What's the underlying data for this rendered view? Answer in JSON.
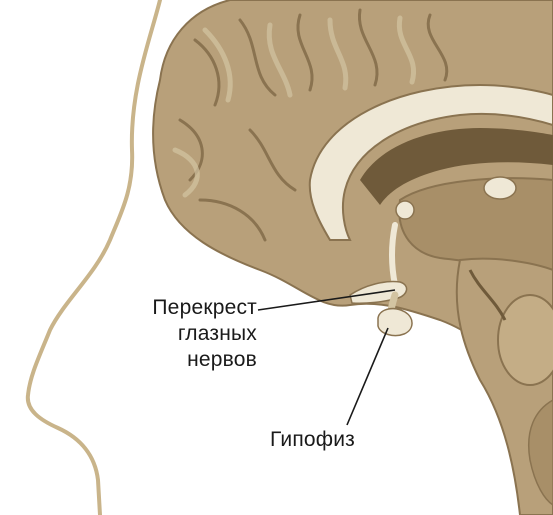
{
  "labels": {
    "optic_chiasm": [
      "Перекрест",
      "глазных",
      "нервов"
    ],
    "pituitary": "Гипофиз"
  },
  "colors": {
    "background": "#ffffff",
    "head_outline": "#c9b48a",
    "brain_fill": "#b8a07a",
    "brain_dark": "#8a7350",
    "gyrus_light": "#d3c4a2",
    "white_matter": "#efe8d6",
    "ventricle": "#6f5a3a",
    "leader_line": "#1a1a1a"
  }
}
